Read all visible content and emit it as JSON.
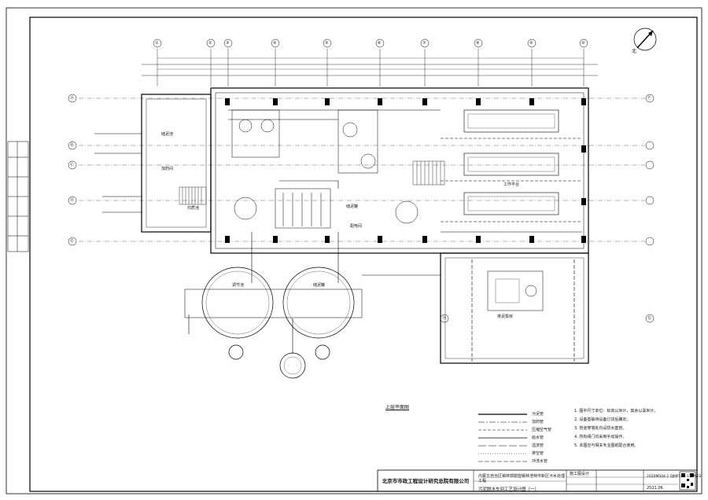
{
  "title_block": {
    "company": "北京市市政工程设计研究总院有限公司",
    "project": "内蒙古自治区锡林郭勒盟锡林浩特市新区污水处理工程",
    "drawing_name": "污泥脱水车间工艺设计图（一）",
    "date": "2021.06",
    "drawing_no": "2020MS04-1 0JMP1S2-17-PS02",
    "stamp_text": "施工图设计"
  },
  "plan_title": "上层平面图",
  "north_label": "北",
  "axis_labels": [
    "①",
    "②",
    "③",
    "④",
    "⑤",
    "⑥",
    "⑦",
    "⑧",
    "⑨",
    "⑩",
    "⑪",
    "⑫"
  ],
  "row_labels": [
    "Ⓐ",
    "Ⓑ",
    "Ⓒ",
    "Ⓓ",
    "Ⓔ",
    "Ⓕ"
  ],
  "room_labels": [
    "储泥池",
    "调节池",
    "加药间",
    "工作平台",
    "配电间",
    "储泥罐",
    "均质池",
    "储泥罐",
    "排泥泵房"
  ],
  "legend_items": [
    "污泥管",
    "加药管",
    "压缩空气管",
    "给水管",
    "溢流管",
    "排空管",
    "冲洗水管"
  ],
  "notes_items": [
    "1. 图中尺寸单位：标高以米计，其余以毫米计。",
    "2. 设备基础待设备订货后确定。",
    "3. 管道穿墙处均设防水套管。",
    "4. 所有阀门均采用手动操作。",
    "5. 本图应与相关专业图纸配合使用。"
  ]
}
